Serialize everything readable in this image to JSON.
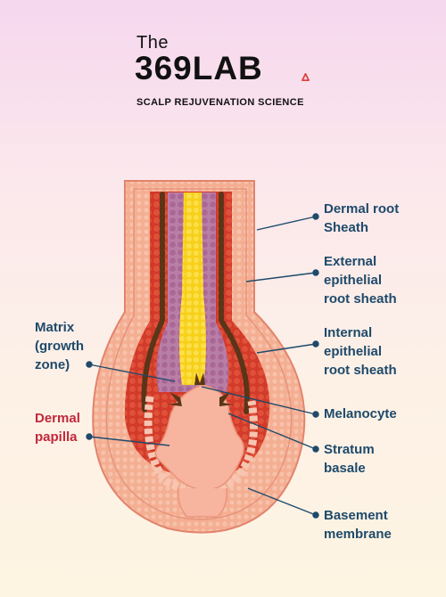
{
  "brand": {
    "the": "The",
    "name": "369LAB",
    "tagline": "SCALP REJUVENATION SCIENCE",
    "accent_color": "#e0413d"
  },
  "labels": {
    "dermal_root_sheath": [
      "Dermal root",
      "Sheath"
    ],
    "external_epithelial": [
      "External",
      "epithelial",
      "root sheath"
    ],
    "internal_epithelial": [
      "Internal",
      "epithelial",
      "root sheath"
    ],
    "melanocyte": [
      "Melanocyte"
    ],
    "stratum_basale": [
      "Stratum",
      "basale"
    ],
    "basement_membrane": [
      "Basement",
      "membrane"
    ],
    "matrix": [
      "Matrix",
      "(growth",
      "zone)"
    ],
    "dermal_papilla": [
      "Dermal",
      "papilla"
    ]
  },
  "colors": {
    "label_blue": "#1e4a6b",
    "label_red": "#c2283c",
    "dermal_sheath": "#f2a58c",
    "outer_sheath": "#d7412c",
    "melanin_dots": "#5a3518",
    "inner_sheath": "#b57ba3",
    "hair_shaft": "#f8d21a",
    "papilla": "#f7b49e"
  }
}
